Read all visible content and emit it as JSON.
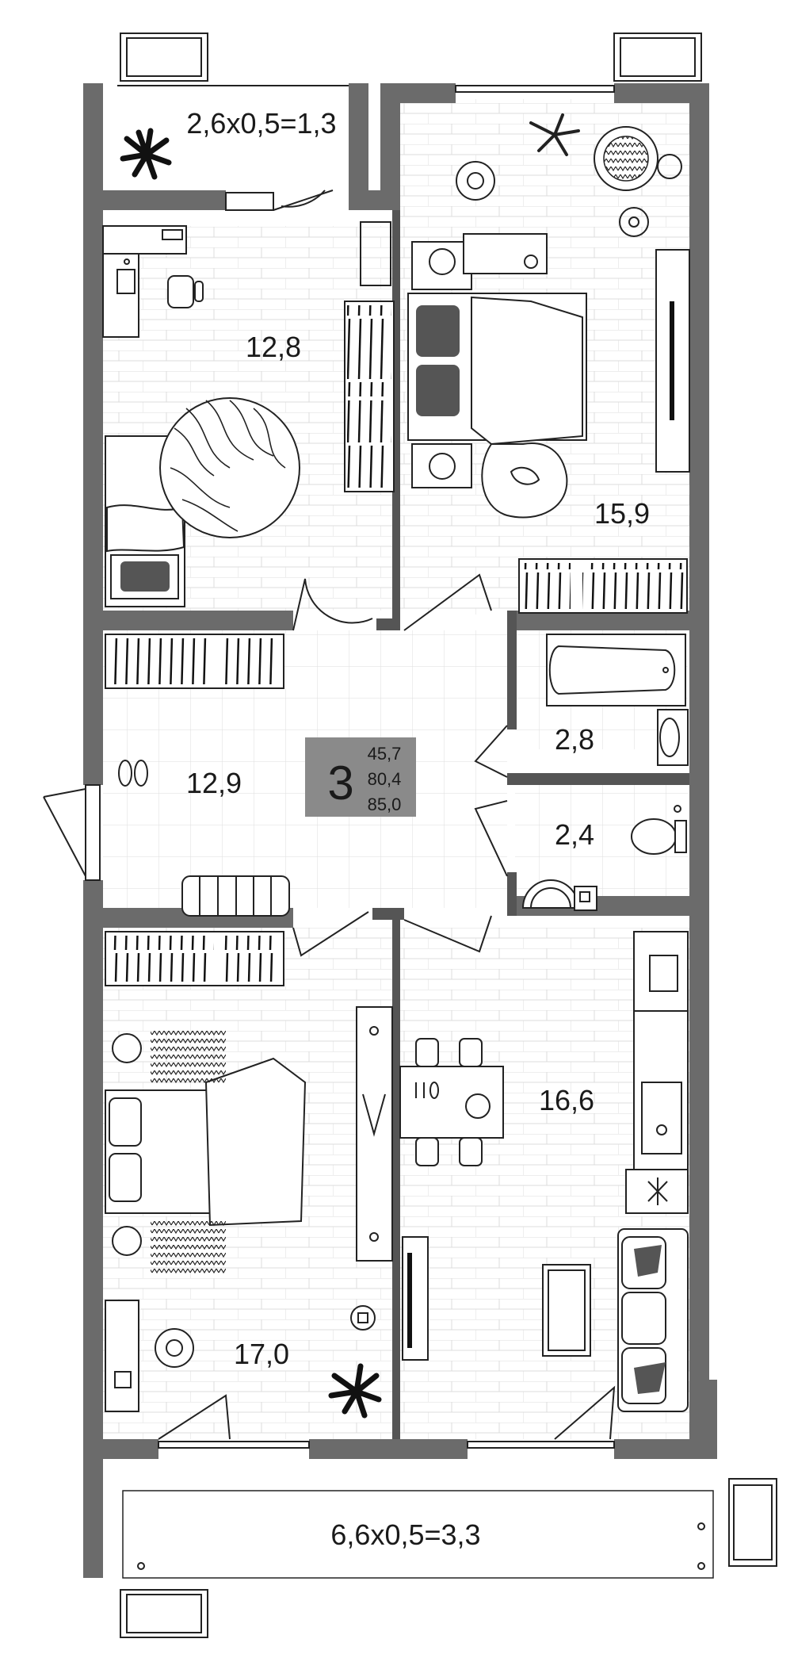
{
  "apartment": {
    "rooms": "3",
    "areas": [
      "45,7",
      "80,4",
      "85,0"
    ],
    "badge_color": "#8a8a8a"
  },
  "room_labels": {
    "balcony_top": "2,6x0,5=1,3",
    "bedroom_left": "12,8",
    "bedroom_right": "15,9",
    "hall": "12,9",
    "bathroom": "2,8",
    "toilet": "2,4",
    "bedroom_bottom": "17,0",
    "kitchen_living": "16,6",
    "balcony_bottom": "6,6x0,5=3,3"
  },
  "colors": {
    "wall": "#6b6b6b",
    "floor_grid": "#d4d4d4"
  },
  "icons": [
    "plant-icon",
    "chair-icon",
    "bed-icon",
    "sofa-icon",
    "bathtub-icon",
    "sink-icon",
    "toilet-icon",
    "stove-icon",
    "table-icon",
    "wardrobe-icon",
    "rug-icon",
    "shoes-icon",
    "tv-icon"
  ]
}
